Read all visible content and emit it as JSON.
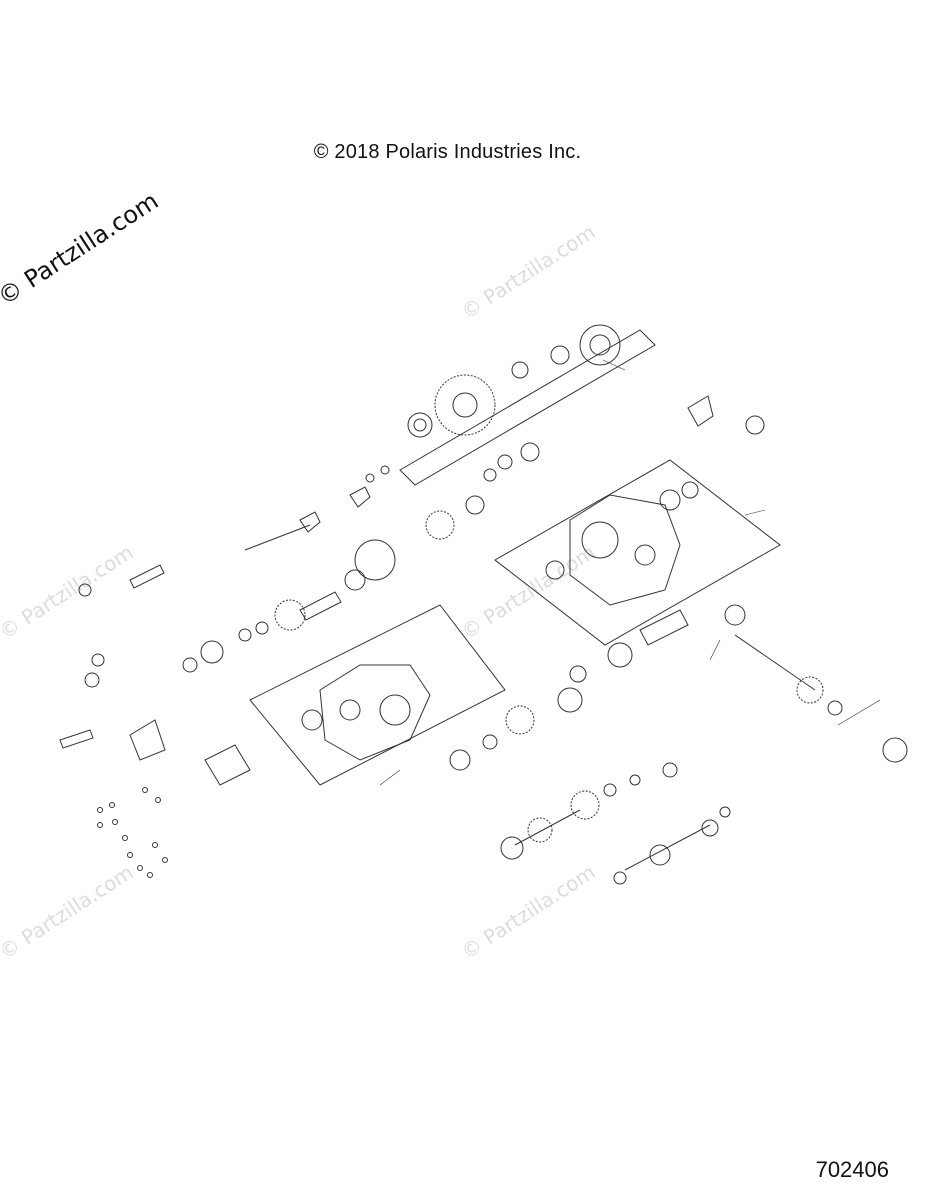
{
  "header": {
    "copyright": "© 2018 Polaris Industries Inc."
  },
  "watermark": {
    "main": "© Partzilla.com",
    "faint": "© Partzilla.com"
  },
  "footer": {
    "diagram_id": "702406"
  },
  "colors": {
    "line": "#333333",
    "watermark_faint": "#dcdcdc"
  }
}
